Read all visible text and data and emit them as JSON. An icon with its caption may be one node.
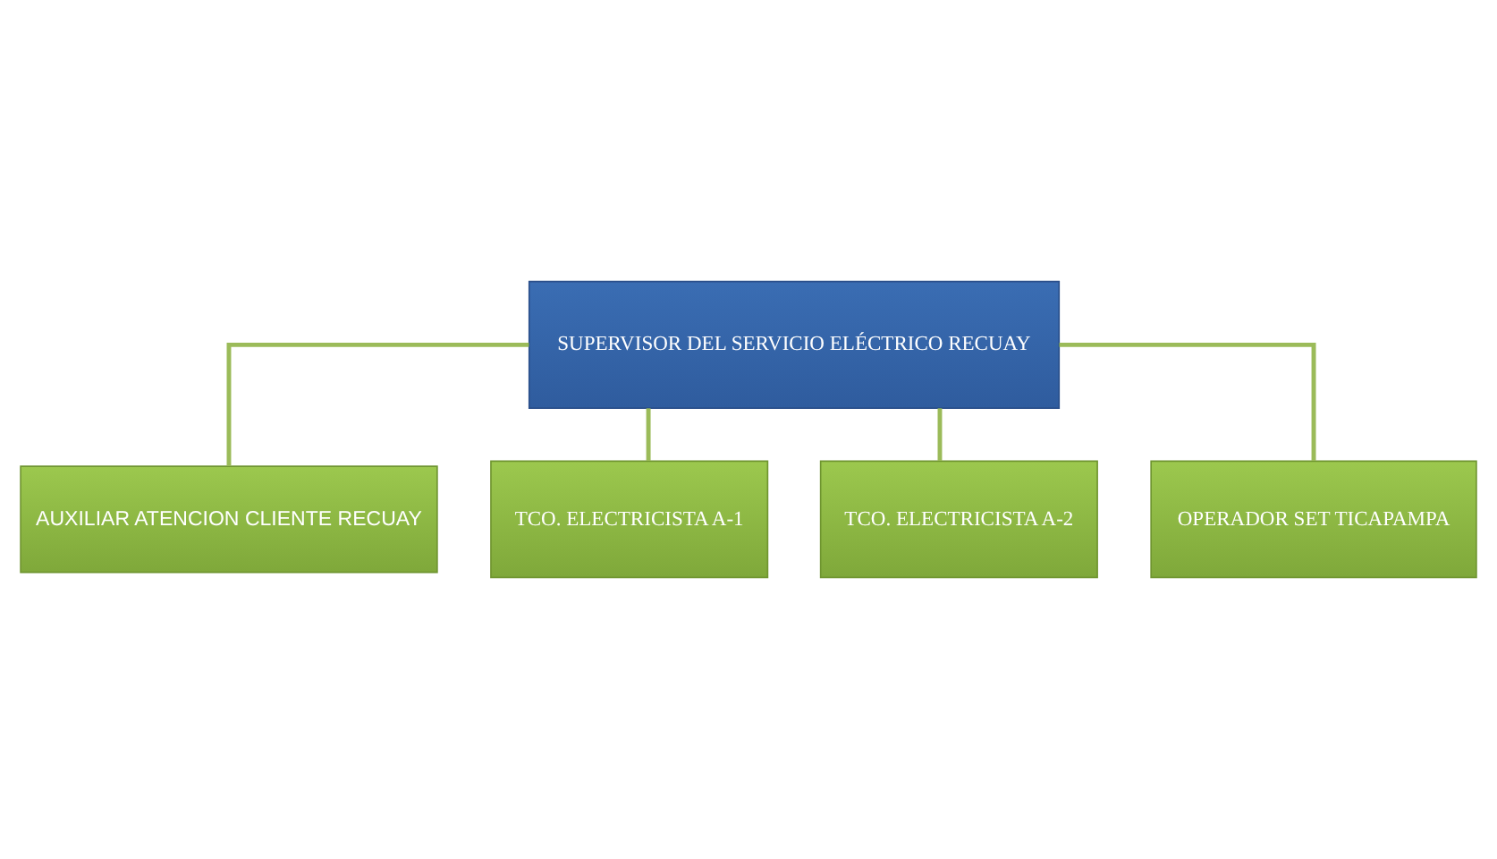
{
  "diagram": {
    "nodes": [
      {
        "text": [
          "SUPERVISOR DEL SERVICIO ELÉCTRICO RECUAY"
        ]
      },
      {
        "text": [
          "AUXILIAR ATENCION CLIENTE RECUAY"
        ]
      },
      {
        "text": [
          "TCO. ELECTRICISTA A-1"
        ]
      },
      {
        "text": [
          "TCO. ELECTRICISTA A-2"
        ]
      },
      {
        "text": [
          "OPERADOR SET TICAPAMPA"
        ]
      }
    ],
    "edges": [
      {
        "from": 0,
        "to": 1,
        "arrow": "none"
      },
      {
        "from": 0,
        "to": 2,
        "arrow": "none"
      },
      {
        "from": 0,
        "to": 3,
        "arrow": "none"
      },
      {
        "from": 0,
        "to": 4,
        "arrow": "none"
      }
    ]
  }
}
